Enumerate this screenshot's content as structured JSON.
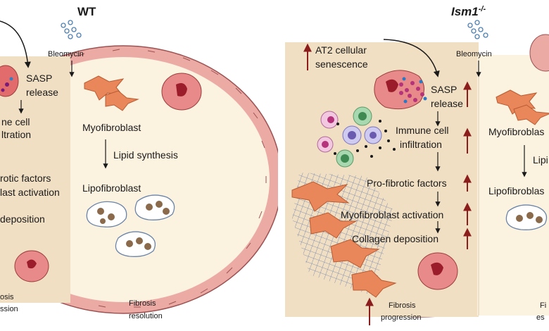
{
  "colors": {
    "tissue": "#f1dfc3",
    "resolved": "#fbf2e0",
    "epithelial": "#e98a8a",
    "myofibroblast": "#e9865a",
    "collagen": "#5a72a8",
    "up_arrow": "#8b1d1d",
    "stroke": "#555555"
  },
  "wt": {
    "title": "WT",
    "bleomycin": "Bleomycin",
    "sasp": [
      "SASP",
      "release"
    ],
    "immune": [
      "ne cell",
      "ltration"
    ],
    "profibrotic": "rotic factors",
    "activation": "last activation",
    "deposition": "deposition",
    "myofibroblast": "Myofibroblast",
    "lipid_synthesis": "Lipid synthesis",
    "lipofibroblast": "Lipofibroblast",
    "progression": [
      "osis",
      "ssion"
    ],
    "resolution": [
      "Fibrosis",
      "resolution"
    ]
  },
  "ko": {
    "title": "Ism1",
    "title_sup": "-/-",
    "at2": [
      "AT2 cellular",
      "senescence"
    ],
    "bleomycin": "Bleomycin",
    "sasp": [
      "SASP",
      "release"
    ],
    "immune": [
      "Immune cell",
      "infiltration"
    ],
    "profibrotic": "Pro-fibrotic factors",
    "activation": "Myofibroblast activation",
    "deposition": "Collagen deposition",
    "myofibroblast": "Myofibroblas",
    "lipid_synthesis": "Lipi",
    "lipofibroblast": "Lipofibroblas",
    "progression": [
      "Fibrosis",
      "progression"
    ],
    "resolution": [
      "Fi",
      "es"
    ]
  }
}
